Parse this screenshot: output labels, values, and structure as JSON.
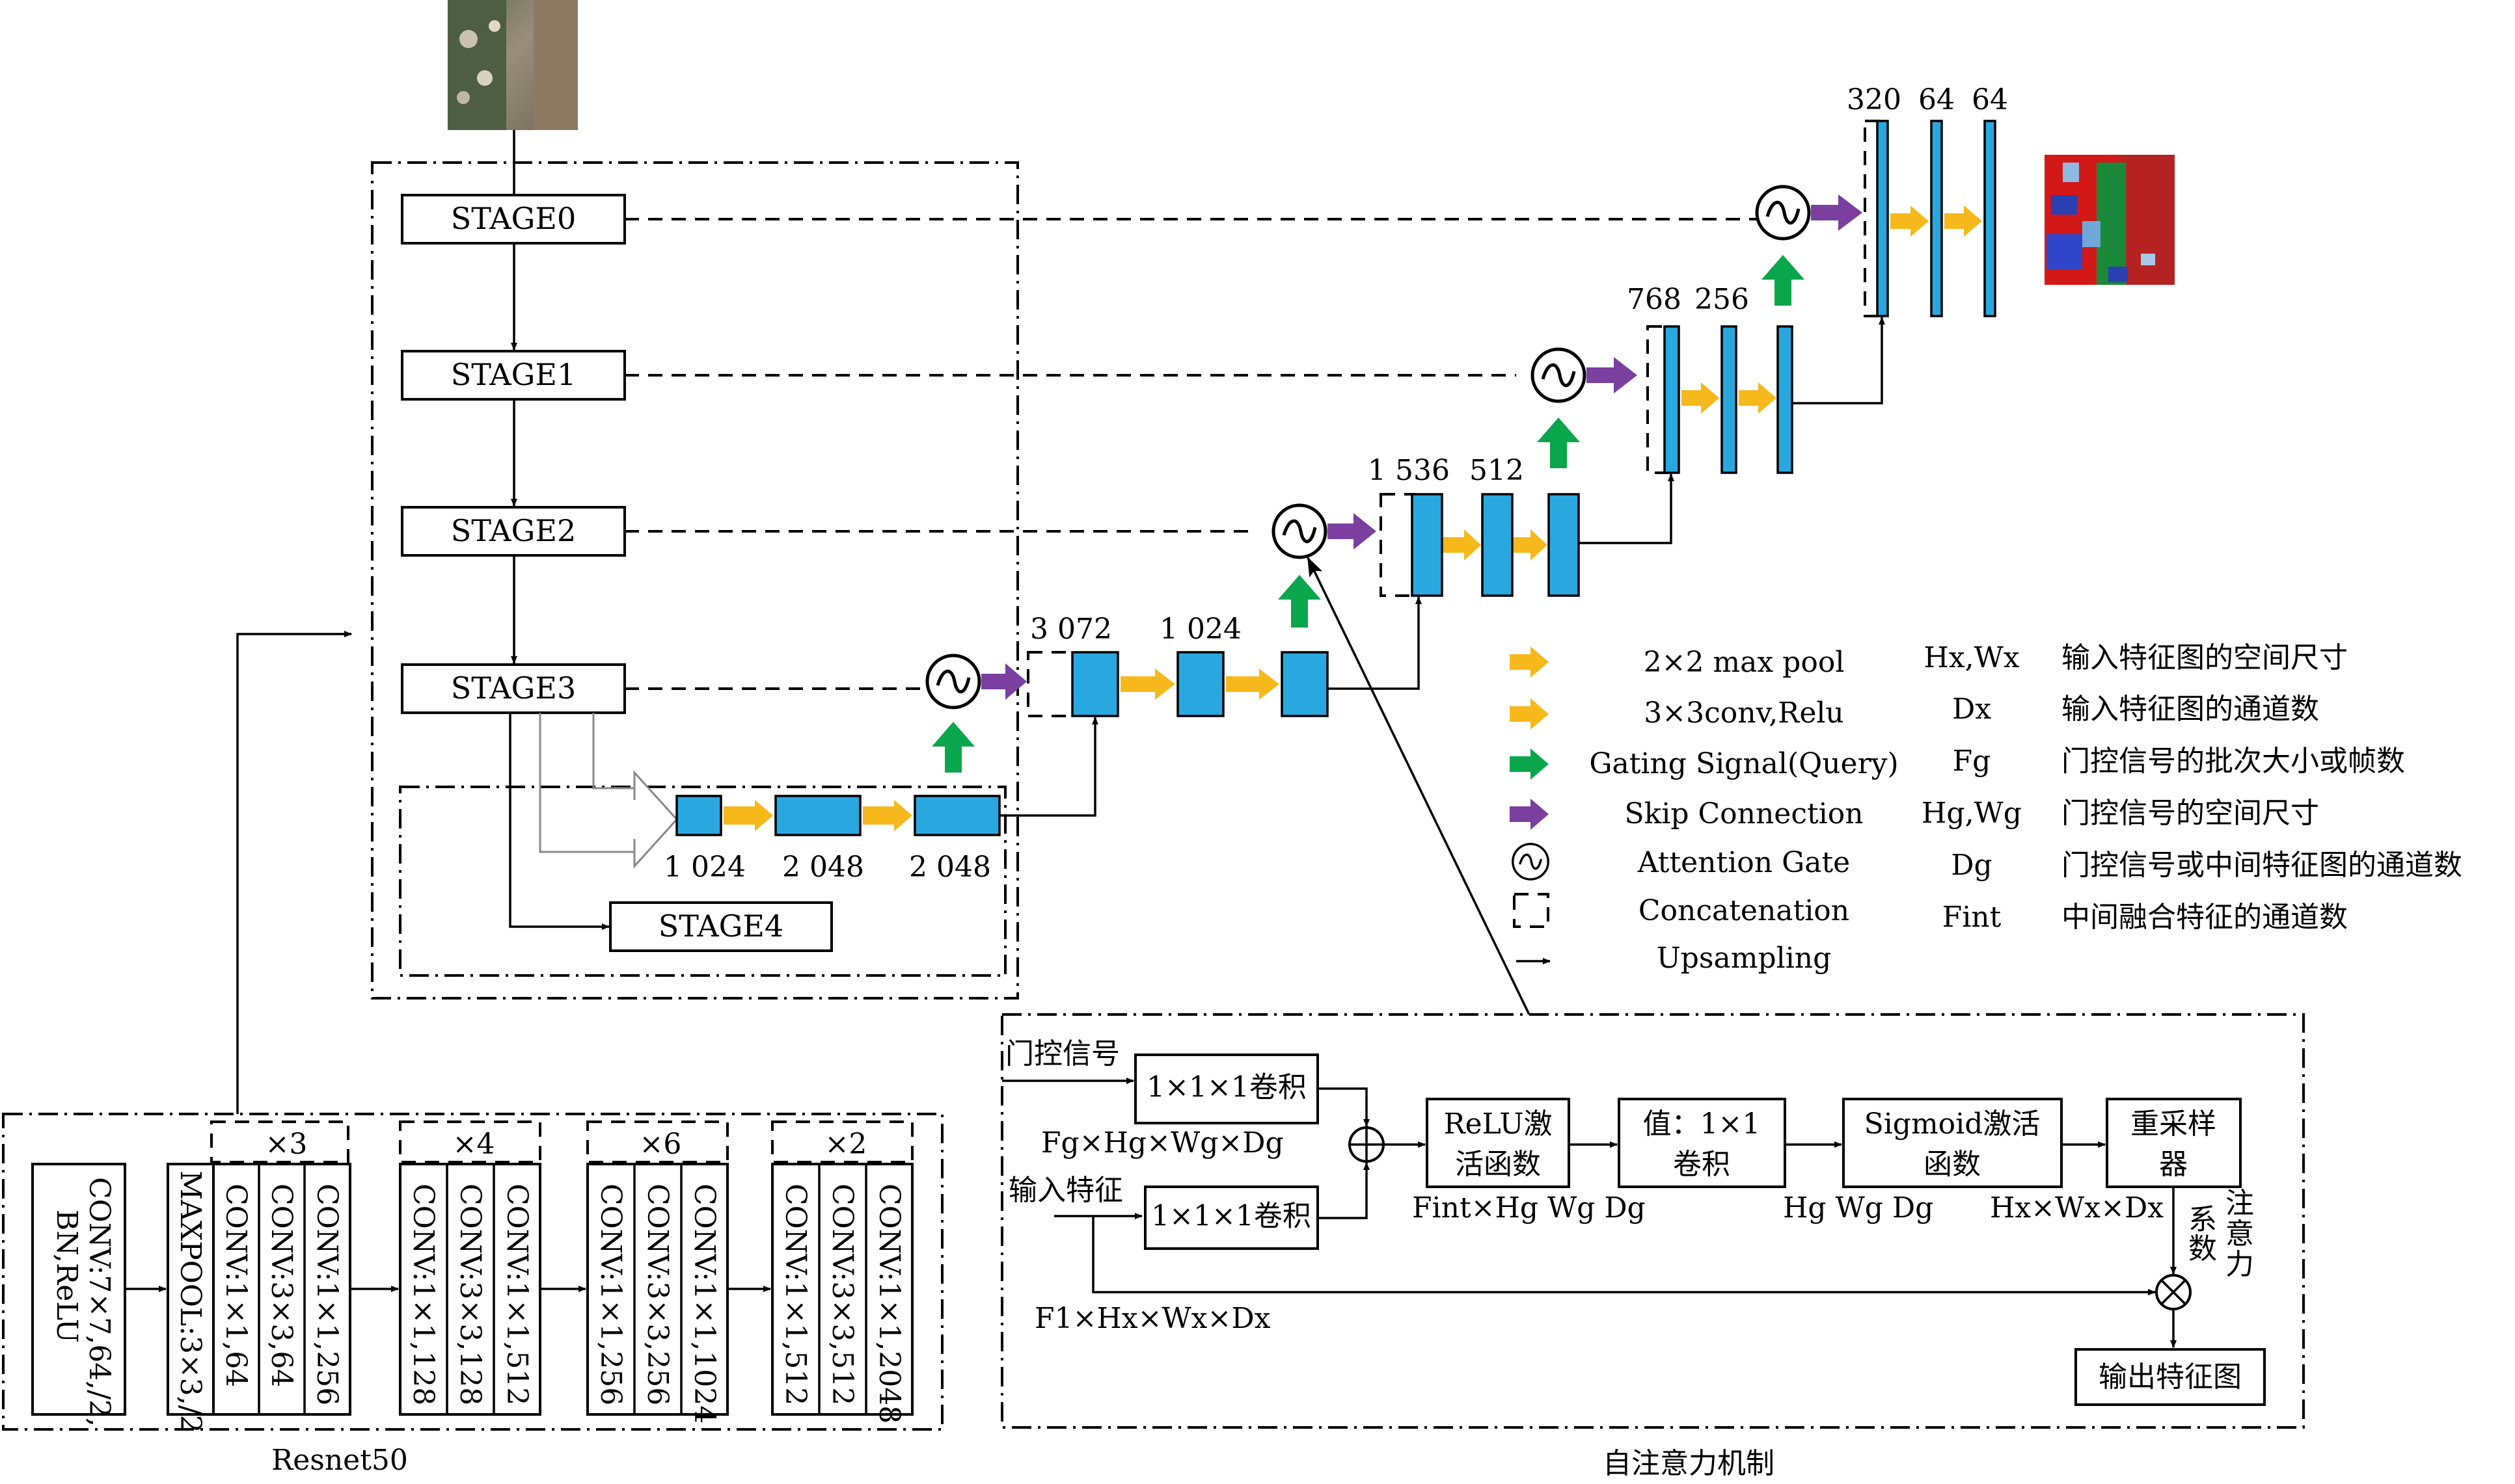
{
  "resnet": {
    "stages": [
      "STAGE0",
      "STAGE1",
      "STAGE2",
      "STAGE3",
      "STAGE4"
    ],
    "caption": "Resnet50",
    "conv1": [
      "CONV:7×7,64,/2,",
      "BN,ReLU"
    ],
    "maxpool": "MAXPOOL:3×3,/2",
    "blocks": [
      {
        "mult": "×3",
        "convs": [
          "CONV:1×1,64",
          "CONV:3×3,64",
          "CONV:1×1,256"
        ]
      },
      {
        "mult": "×4",
        "convs": [
          "CONV:1×1,128",
          "CONV:3×3,128",
          "CONV:1×1,512"
        ]
      },
      {
        "mult": "×6",
        "convs": [
          "CONV:1×1,256",
          "CONV:3×3,256",
          "CONV:1×1,1024"
        ]
      },
      {
        "mult": "×2",
        "convs": [
          "CONV:1×1,512",
          "CONV:3×3,512",
          "CONV:1×1,2048"
        ]
      }
    ]
  },
  "channels": {
    "enc": [
      "1 024",
      "2 048",
      "2 048"
    ],
    "dec1": [
      "3 072",
      "1 024"
    ],
    "dec2": [
      "1 536",
      "512"
    ],
    "dec3": [
      "768",
      "256"
    ],
    "dec4": [
      "320",
      "64",
      "64"
    ]
  },
  "legend": {
    "items": [
      "2×2 max pool",
      "3×3conv,Relu",
      "Gating Signal(Query)",
      "Skip Connection",
      "Attention Gate",
      "Concatenation",
      "Upsampling"
    ],
    "colors": {
      "maxpool": "#f7b81c",
      "conv": "#f7b81c",
      "gating": "#0aa64b",
      "skip": "#7b3fa0",
      "bar": "#29a8e0"
    },
    "symbols": [
      "Hx,Wx",
      "Dx",
      "Fg",
      "Hg,Wg",
      "Dg",
      "Fint"
    ],
    "meanings": [
      "输入特征图的空间尺寸",
      "输入特征图的通道数",
      "门控信号的批次大小或帧数",
      "门控信号的空间尺寸",
      "门控信号或中间特征图的通道数",
      "中间融合特征的通道数"
    ]
  },
  "attention": {
    "caption": "自注意力机制",
    "gate_label": "门控信号",
    "gate_dims": "Fg×Hg×Wg×Dg",
    "input_label": "输入特征",
    "input_dims": "F1×Hx×Wx×Dx",
    "conv1": "1×1×1卷积",
    "conv2": "1×1×1卷积",
    "relu": [
      "ReLU激",
      "活函数"
    ],
    "relu_dims": "Fint×Hg Wg Dg",
    "value": [
      "值：1×1",
      "卷积"
    ],
    "sigmoid": [
      "Sigmoid激活",
      "函数"
    ],
    "sigmoid_dims": "Hg Wg Dg",
    "resampler": [
      "重采样",
      "器"
    ],
    "resampler_dims": "Hx×Wx×Dx",
    "coef": [
      "注",
      "意",
      "力",
      "系",
      "数"
    ],
    "output": "输出特征图"
  }
}
